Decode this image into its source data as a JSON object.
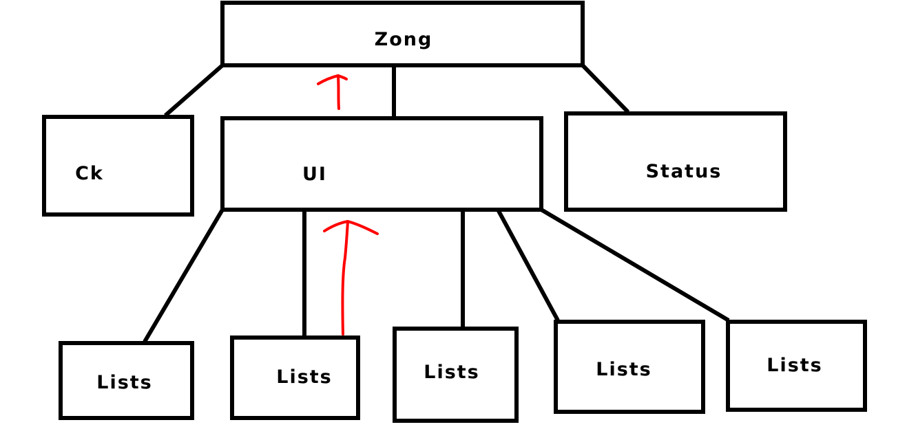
{
  "nodes": {
    "zong": "Zong",
    "ck": "Ck",
    "ui": "UI",
    "status": "Status",
    "lists": [
      "Lists",
      "Lists",
      "Lists",
      "Lists",
      "Lists"
    ]
  },
  "colors": {
    "box_stroke": "#000000",
    "connector": "#000000",
    "arrow": "#ff0000",
    "background": "#ffffff"
  }
}
